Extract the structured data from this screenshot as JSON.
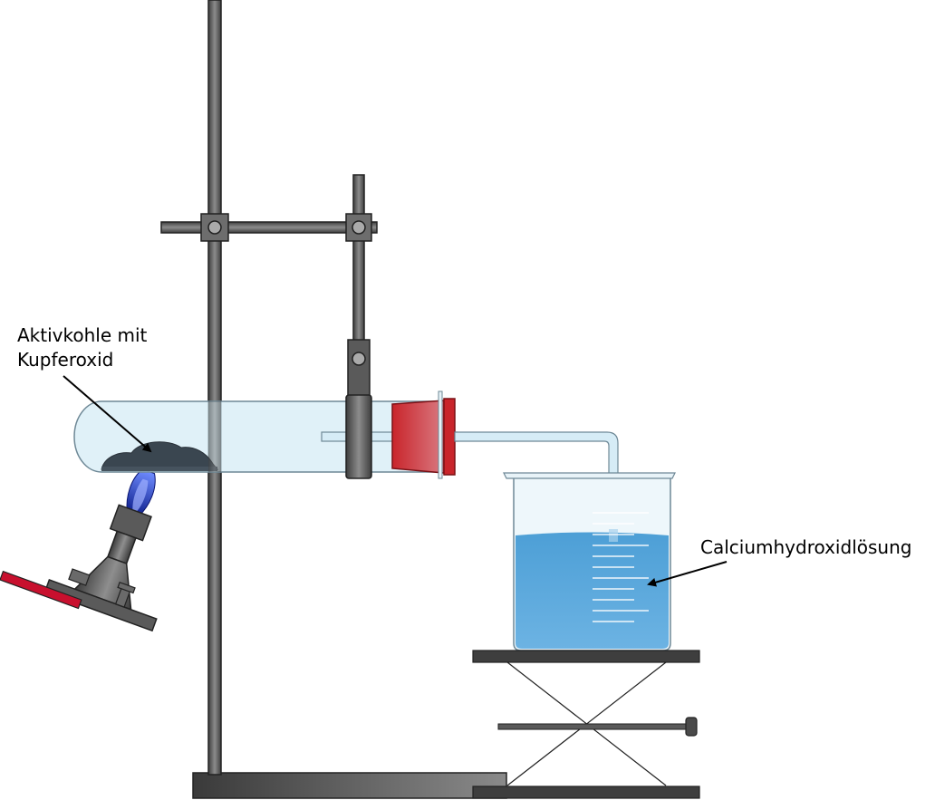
{
  "labels": {
    "charcoal_line1": "Aktivkohle mit",
    "charcoal_line2": "Kupferoxid",
    "solution": "Calciumhydroxidlösung"
  },
  "colors": {
    "metal": "#5a5a5a",
    "metal_light": "#8a8a8a",
    "glass": "#d6ecf6",
    "glass_stroke": "#6e8896",
    "liquid": "#5aa9dc",
    "stopper": "#c9252b",
    "flame": "#1a2fb0",
    "charcoal": "#3a4650",
    "burner_handle": "#c8102e"
  }
}
